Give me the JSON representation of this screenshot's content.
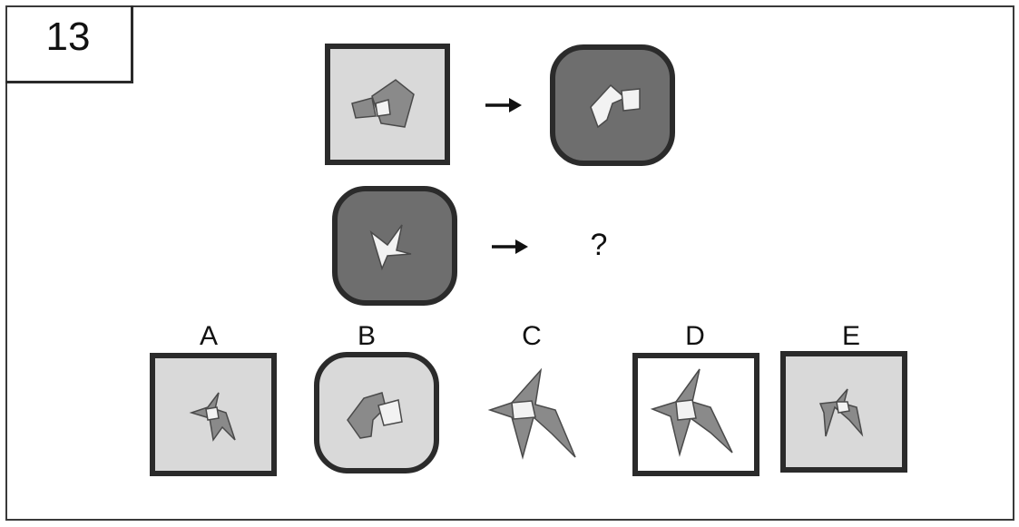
{
  "question_number": "13",
  "question_mark": "?",
  "colors": {
    "light_fill": "#d9d9d9",
    "dark_fill": "#6e6e6e",
    "shape_gray": "#8a8a8a",
    "shape_white": "#f2f2f2",
    "border": "#2b2b2b"
  },
  "options": [
    {
      "label": "A"
    },
    {
      "label": "B"
    },
    {
      "label": "C"
    },
    {
      "label": "D"
    },
    {
      "label": "E"
    }
  ]
}
